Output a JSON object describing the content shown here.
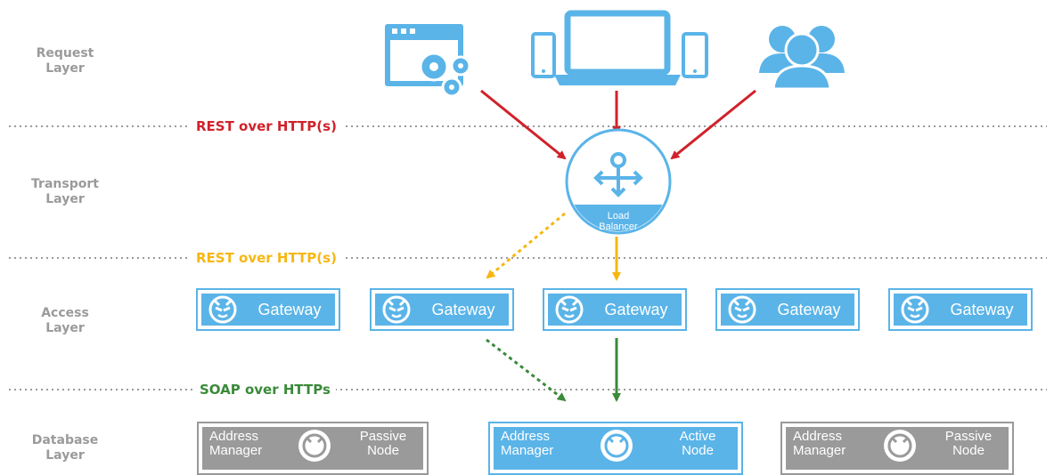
{
  "layers": {
    "request": [
      "Request",
      "Layer"
    ],
    "transport": [
      "Transport",
      "Layer"
    ],
    "access": [
      "Access",
      "Layer"
    ],
    "database": [
      "Database",
      "Layer"
    ]
  },
  "separators": {
    "request_transport": "REST over HTTP(s)",
    "transport_access": "REST over HTTP(s)",
    "access_database": "SOAP over HTTPs"
  },
  "load_balancer": {
    "line1": "Load",
    "line2": "Balancer"
  },
  "gateways": [
    "Gateway",
    "Gateway",
    "Gateway",
    "Gateway",
    "Gateway"
  ],
  "db_nodes": [
    {
      "left_line1": "Address",
      "left_line2": "Manager",
      "right_line1": "Passive",
      "right_line2": "Node",
      "active": false
    },
    {
      "left_line1": "Address",
      "left_line2": "Manager",
      "right_line1": "Active",
      "right_line2": "Node",
      "active": true
    },
    {
      "left_line1": "Address",
      "left_line2": "Manager",
      "right_line1": "Passive",
      "right_line2": "Node",
      "active": false
    }
  ],
  "clients": [
    "browser-app-icon",
    "devices-icon",
    "users-group-icon"
  ],
  "colors": {
    "label_gray": "#9a9a9a",
    "rest_red": "#d0222b",
    "rest_yellow": "#f6b712",
    "soap_green": "#3a8a3a",
    "accent_blue": "#5ab4e8"
  }
}
